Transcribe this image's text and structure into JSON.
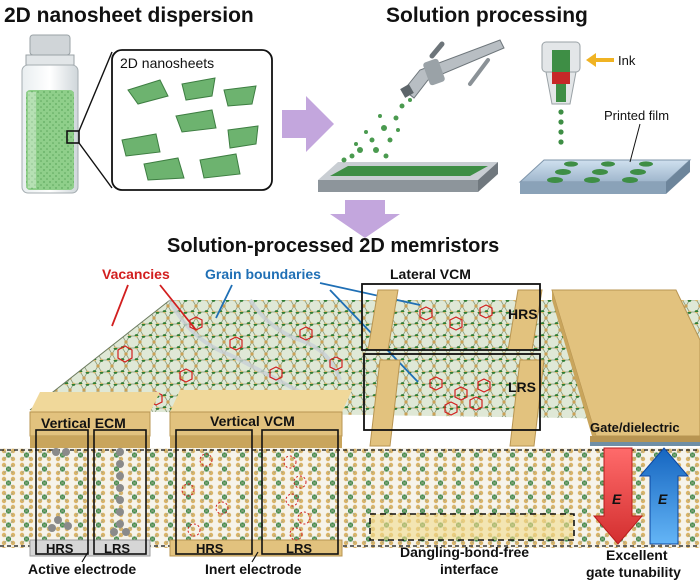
{
  "panels": {
    "dispersion_title": "2D nanosheet dispersion",
    "nanosheets_label": "2D nanosheets",
    "processing_title": "Solution processing",
    "ink_label": "Ink",
    "printed_film_label": "Printed film",
    "memristors_title": "Solution-processed 2D memristors"
  },
  "defects": {
    "vacancies_label": "Vacancies",
    "grain_boundaries_label": "Grain boundaries"
  },
  "devices": {
    "lateral_vcm": "Lateral VCM",
    "lateral_hrs": "HRS",
    "lateral_lrs": "LRS",
    "vertical_ecm": "Vertical ECM",
    "ecm_hrs": "HRS",
    "ecm_lrs": "LRS",
    "active_electrode": "Active electrode",
    "vertical_vcm": "Vertical VCM",
    "vcm_hrs": "HRS",
    "vcm_lrs": "LRS",
    "inert_electrode": "Inert electrode",
    "dangling_bond_free_line1": "Dangling-bond-free",
    "dangling_bond_free_line2": "interface",
    "gate_dielectric": "Gate/dielectric",
    "excellent_line1": "Excellent",
    "excellent_line2": "gate tunability",
    "field_label": "E"
  },
  "colors": {
    "sheet_green": "#6db36f",
    "dark_green": "#2e7d32",
    "electrode_tan": "#e2c27e",
    "tan_dark": "#b89552",
    "arrow_purple": "#c3a6dd",
    "vacancy_red": "#d21f1f",
    "gb_blue": "#1f6fb5",
    "field_red": "#e53935",
    "field_blue": "#1e88e5"
  }
}
